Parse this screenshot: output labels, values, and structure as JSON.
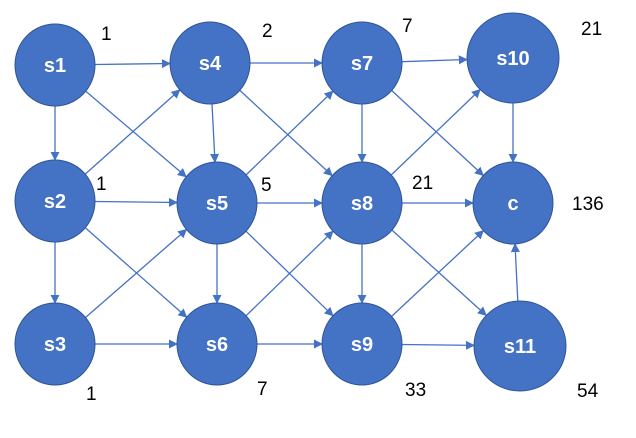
{
  "graph": {
    "colors": {
      "node_fill": "#4472C4",
      "node_stroke": "#2F5597",
      "edge": "#4472C4",
      "text": "#000000"
    },
    "nodes": [
      {
        "id": "s1",
        "label": "s1",
        "count": "1"
      },
      {
        "id": "s2",
        "label": "s2",
        "count": "1"
      },
      {
        "id": "s3",
        "label": "s3",
        "count": "1"
      },
      {
        "id": "s4",
        "label": "s4",
        "count": "2"
      },
      {
        "id": "s5",
        "label": "s5",
        "count": "5"
      },
      {
        "id": "s6",
        "label": "s6",
        "count": "7"
      },
      {
        "id": "s7",
        "label": "s7",
        "count": "7"
      },
      {
        "id": "s8",
        "label": "s8",
        "count": "21"
      },
      {
        "id": "s9",
        "label": "s9",
        "count": "33"
      },
      {
        "id": "s10",
        "label": "s10",
        "count": "21"
      },
      {
        "id": "c",
        "label": "c",
        "count": "136"
      },
      {
        "id": "s11",
        "label": "s11",
        "count": "54"
      }
    ],
    "edges": [
      [
        "s1",
        "s4"
      ],
      [
        "s1",
        "s2"
      ],
      [
        "s1",
        "s5"
      ],
      [
        "s2",
        "s4"
      ],
      [
        "s2",
        "s5"
      ],
      [
        "s2",
        "s3"
      ],
      [
        "s2",
        "s6"
      ],
      [
        "s3",
        "s5"
      ],
      [
        "s3",
        "s6"
      ],
      [
        "s4",
        "s7"
      ],
      [
        "s4",
        "s5"
      ],
      [
        "s4",
        "s8"
      ],
      [
        "s5",
        "s7"
      ],
      [
        "s5",
        "s8"
      ],
      [
        "s5",
        "s6"
      ],
      [
        "s5",
        "s9"
      ],
      [
        "s6",
        "s8"
      ],
      [
        "s6",
        "s9"
      ],
      [
        "s7",
        "s10"
      ],
      [
        "s7",
        "s8"
      ],
      [
        "s7",
        "c"
      ],
      [
        "s8",
        "s10"
      ],
      [
        "s8",
        "c"
      ],
      [
        "s8",
        "s9"
      ],
      [
        "s8",
        "s11"
      ],
      [
        "s9",
        "c"
      ],
      [
        "s9",
        "s11"
      ],
      [
        "s10",
        "c"
      ],
      [
        "s11",
        "c"
      ]
    ]
  }
}
